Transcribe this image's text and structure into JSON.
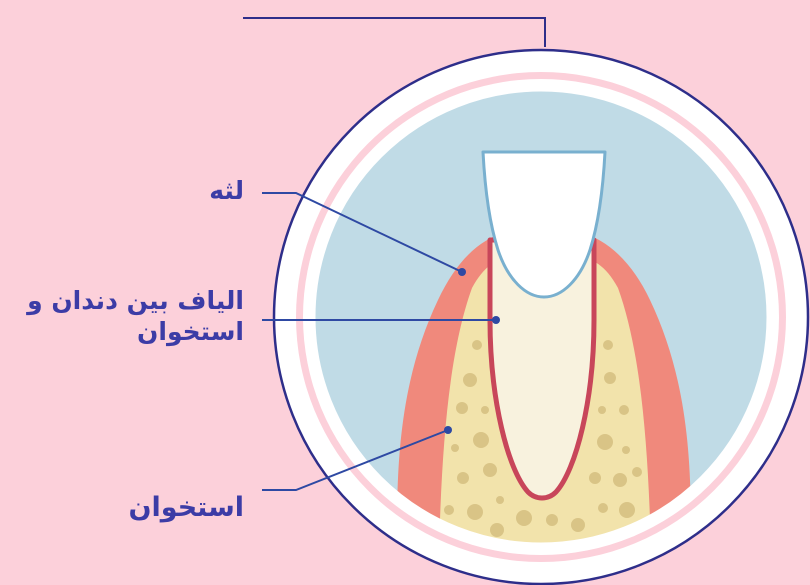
{
  "labels": {
    "gum": "لثه",
    "ligament_line1": "الیاف بین دندان و",
    "ligament_line2": "استخوان",
    "bone": "استخوان"
  },
  "colors": {
    "background": "#fcd0da",
    "outline": "#2e2e8a",
    "ring_fill": "#ffffff",
    "sky": "#c0dbe6",
    "gum": "#f0897c",
    "bone": "#f2e3ab",
    "bone_spots": "#d9c486",
    "root": "#f8f2de",
    "ligament": "#c8465a",
    "enamel_outline": "#79b0cf",
    "label_text": "#3c3ca6"
  }
}
